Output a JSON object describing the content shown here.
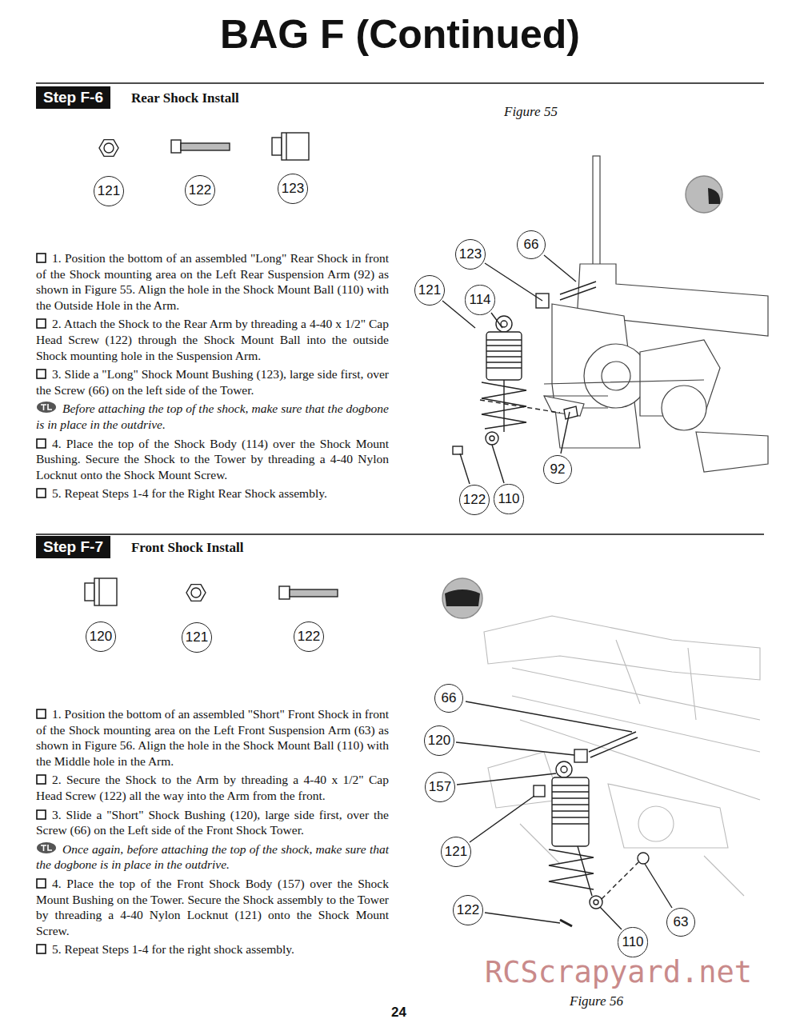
{
  "diagram": {
    "title": "BAG F (Continued)",
    "nodes": [
      {
        "text": [
          "Step F-6",
          "Rear Shock Install"
        ]
      },
      {
        "text": [
          "121"
        ]
      },
      {
        "text": [
          "122"
        ]
      },
      {
        "text": [
          "123"
        ]
      },
      {
        "text": [
          "123"
        ]
      },
      {
        "text": [
          "66"
        ]
      },
      {
        "text": [
          "121"
        ]
      },
      {
        "text": [
          "114"
        ]
      },
      {
        "text": [
          "92"
        ]
      },
      {
        "text": [
          "122"
        ]
      },
      {
        "text": [
          "110"
        ]
      },
      {
        "text": [
          "Step F-7",
          "Front Shock Install"
        ]
      },
      {
        "text": [
          "120"
        ]
      },
      {
        "text": [
          "121"
        ]
      },
      {
        "text": [
          "122"
        ]
      },
      {
        "text": [
          "66"
        ]
      },
      {
        "text": [
          "120"
        ]
      },
      {
        "text": [
          "157"
        ]
      },
      {
        "text": [
          "121"
        ]
      },
      {
        "text": [
          "63"
        ]
      },
      {
        "text": [
          "122"
        ]
      },
      {
        "text": [
          "110"
        ]
      }
    ],
    "labels": [
      "Figure 55",
      "1. Position the bottom of an assembled \"Long\" Rear Shock in front of the Shock mounting area on the Left Rear Suspension Arm (92) as shown in Figure 55. Align the hole in the Shock Mount Ball (110) with the Outside Hole in the Arm.",
      "2. Attach the Shock to the Rear Arm by threading a 4-40 x 1/2\" Cap Head Screw (122) through the Shock Mount Ball into the outside Shock mounting hole in the Suspension Arm.",
      "3. Slide a \"Long\" Shock Mount Bushing (123), large side first, over the Screw (66) on the left side of the Tower.",
      "Before attaching the top of the shock, make sure that the dogbone is in place in the outdrive.",
      "4. Place the top of the Shock Body (114) over the Shock Mount Bushing. Secure the Shock to the Tower by threading a 4-40 Nylon Locknut onto the Shock Mount Screw.",
      "5. Repeat Steps 1-4 for the Right Rear Shock assembly.",
      "1. Position the bottom of an assembled \"Short\" Front Shock in front of the Shock mounting area on the Left Front Suspension Arm (63) as shown in Figure 56. Align the hole in the Shock Mount Ball (110) with the Middle hole in the Arm.",
      "2. Secure the Shock to the Arm by threading a 4-40 x 1/2\" Cap Head Screw (122) all the way into the Arm from the front.",
      "3. Slide a \"Short\" Shock Bushing (120), large side first, over the Screw (66) on the Left side of the Front Shock Tower.",
      "Once again, before attaching the top of the shock, make sure that the dogbone is in place in the outdrive.",
      "4. Place the top of the Front Shock Body (157) over the Shock Mount Bushing on the Tower. Secure the Shock assembly to the Tower by threading a 4-40 Nylon Locknut (121) onto the Shock Mount Screw.",
      "5. Repeat Steps 1-4 for the right shock assembly.",
      "Figure 56",
      "24",
      "RCScrapyard.net"
    ]
  }
}
